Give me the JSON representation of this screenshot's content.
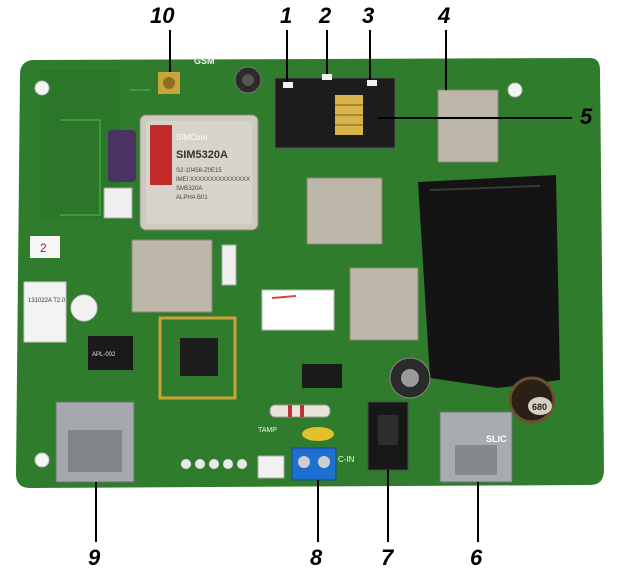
{
  "callouts": {
    "c1": "1",
    "c2": "2",
    "c3": "3",
    "c4": "4",
    "c5": "5",
    "c6": "6",
    "c7": "7",
    "c8": "8",
    "c9": "9",
    "c10": "10"
  },
  "board_text": {
    "gsm": "GSM",
    "module_brand": "SIMCom",
    "module_model": "SIM5320A",
    "label_lines": [
      "S2-10458-Z0E15",
      "IMEI:XXXXXXXXXXXXXXX",
      "SM5320A",
      "ALPHA B01"
    ],
    "slic": "SLIC",
    "inductor": "680",
    "tamp": "TAMP",
    "power_in": "C-IN",
    "sticker_text": "2",
    "board_tag": "131022A T2.0",
    "magnetics": "APL-002"
  },
  "colors": {
    "pcb": "#2f7d2c",
    "pcb_dark": "#1f5a1f",
    "shield": "#b8b2a4",
    "background": "#ffffff"
  }
}
